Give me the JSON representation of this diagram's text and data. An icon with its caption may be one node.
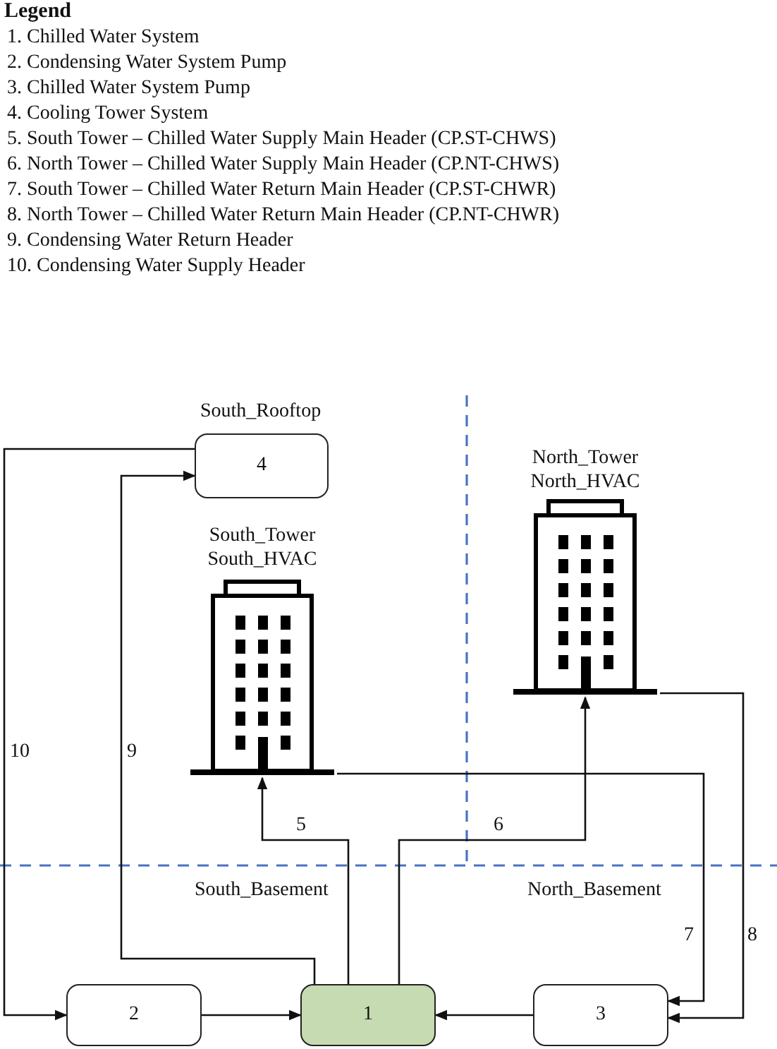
{
  "diagram": {
    "nodes": [
      {
        "text": [
          "4"
        ],
        "beside": [
          "South_Rooftop"
        ]
      },
      {
        "text": [
          "North_Tower",
          "North_HVAC"
        ]
      },
      {
        "text": [
          "South_Tower",
          "South_HVAC"
        ]
      },
      {
        "text": [
          "2"
        ]
      },
      {
        "text": [
          "1"
        ]
      },
      {
        "text": [
          "3"
        ]
      }
    ],
    "edges": [
      {
        "from": 0,
        "to": 3,
        "arrow": "to",
        "label": "10"
      },
      {
        "from": 4,
        "to": 0,
        "arrow": "to",
        "label": "9"
      },
      {
        "from": 4,
        "to": 2,
        "arrow": "to",
        "label": "5"
      },
      {
        "from": 4,
        "to": 1,
        "arrow": "to",
        "label": "6"
      },
      {
        "from": 2,
        "to": 5,
        "arrow": "to",
        "label": "7"
      },
      {
        "from": 1,
        "to": 5,
        "arrow": "to",
        "label": "8"
      },
      {
        "from": 3,
        "to": 4,
        "arrow": "to"
      },
      {
        "from": 5,
        "to": 4,
        "arrow": "to"
      }
    ],
    "labels": [
      "Legend",
      "1. Chilled Water System",
      "2. Condensing Water System Pump",
      "3. Chilled Water System Pump",
      "4. Cooling Tower System",
      "5. South Tower – Chilled Water Supply Main Header (CP.ST-CHWS)",
      "6. North Tower – Chilled Water Supply Main Header (CP.NT-CHWS)",
      "7. South Tower – Chilled Water Return Main Header (CP.ST-CHWR)",
      "8. North Tower – Chilled Water Return Main Header (CP.NT-CHWR)",
      "9. Condensing Water Return Header",
      "10. Condensing Water Supply Header",
      "South_Basement",
      "North_Basement"
    ]
  }
}
